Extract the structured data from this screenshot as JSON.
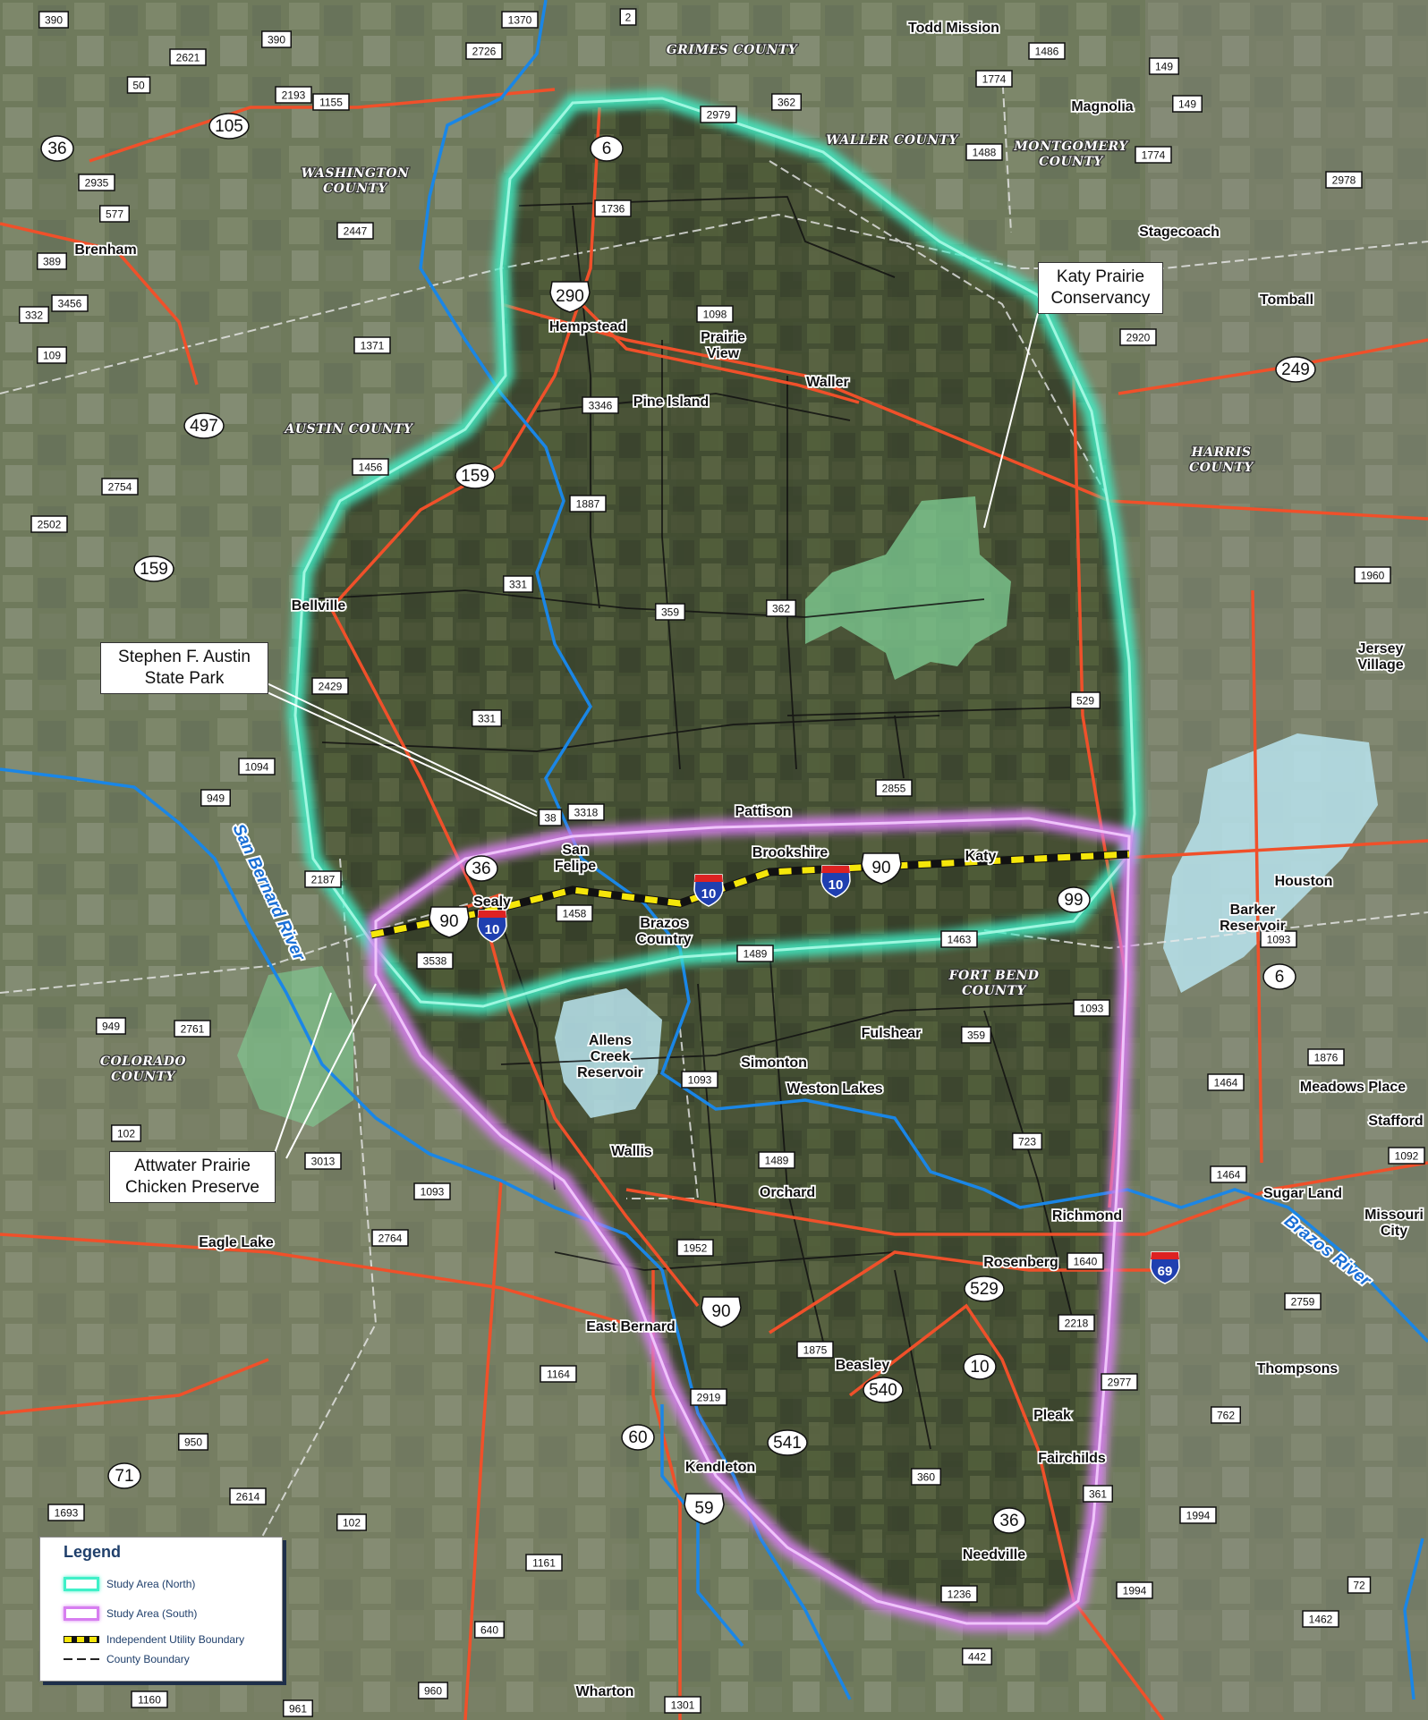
{
  "places": [
    {
      "id": "todd-mission",
      "label": "Todd Mission"
    },
    {
      "id": "magnolia",
      "label": "Magnolia"
    },
    {
      "id": "stagecoach",
      "label": "Stagecoach"
    },
    {
      "id": "tomball",
      "label": "Tomball"
    },
    {
      "id": "brenham",
      "label": "Brenham"
    },
    {
      "id": "hempstead",
      "label": "Hempstead"
    },
    {
      "id": "prairie-view",
      "label": "Prairie\nView"
    },
    {
      "id": "waller",
      "label": "Waller"
    },
    {
      "id": "pine-island",
      "label": "Pine Island"
    },
    {
      "id": "bellville",
      "label": "Bellville"
    },
    {
      "id": "pattison",
      "label": "Pattison"
    },
    {
      "id": "san-felipe",
      "label": "San\nFelipe"
    },
    {
      "id": "brookshire",
      "label": "Brookshire"
    },
    {
      "id": "katy",
      "label": "Katy"
    },
    {
      "id": "sealy",
      "label": "Sealy"
    },
    {
      "id": "brazos-country",
      "label": "Brazos\nCountry"
    },
    {
      "id": "houston",
      "label": "Houston"
    },
    {
      "id": "barker-reservoir",
      "label": "Barker\nReservoir"
    },
    {
      "id": "jersey-village",
      "label": "Jersey\nVillage"
    },
    {
      "id": "fulshear",
      "label": "Fulshear"
    },
    {
      "id": "simonton",
      "label": "Simonton"
    },
    {
      "id": "weston-lakes",
      "label": "Weston Lakes"
    },
    {
      "id": "allens-creek",
      "label": "Allens\nCreek\nReservoir"
    },
    {
      "id": "meadows-place",
      "label": "Meadows Place"
    },
    {
      "id": "stafford",
      "label": "Stafford"
    },
    {
      "id": "wallis",
      "label": "Wallis"
    },
    {
      "id": "orchard",
      "label": "Orchard"
    },
    {
      "id": "richmond",
      "label": "Richmond"
    },
    {
      "id": "sugar-land",
      "label": "Sugar Land"
    },
    {
      "id": "missouri-city",
      "label": "Missouri\nCity"
    },
    {
      "id": "eagle-lake",
      "label": "Eagle Lake"
    },
    {
      "id": "rosenberg",
      "label": "Rosenberg"
    },
    {
      "id": "east-bernard",
      "label": "East Bernard"
    },
    {
      "id": "beasley",
      "label": "Beasley"
    },
    {
      "id": "thompsons",
      "label": "Thompsons"
    },
    {
      "id": "pleak",
      "label": "Pleak"
    },
    {
      "id": "fairchilds",
      "label": "Fairchilds"
    },
    {
      "id": "kendleton",
      "label": "Kendleton"
    },
    {
      "id": "needville",
      "label": "Needville"
    },
    {
      "id": "wharton",
      "label": "Wharton"
    }
  ],
  "counties": [
    {
      "id": "grimes",
      "label": "GRIMES COUNTY"
    },
    {
      "id": "waller",
      "label": "WALLER COUNTY"
    },
    {
      "id": "montgomery",
      "label": "MONTGOMERY\nCOUNTY"
    },
    {
      "id": "washington",
      "label": "WASHINGTON\nCOUNTY"
    },
    {
      "id": "austin",
      "label": "AUSTIN COUNTY"
    },
    {
      "id": "harris",
      "label": "HARRIS\nCOUNTY"
    },
    {
      "id": "fort-bend",
      "label": "FORT BEND\nCOUNTY"
    },
    {
      "id": "colorado",
      "label": "COLORADO\nCOUNTY"
    }
  ],
  "rivers": [
    {
      "id": "san-bernard",
      "label": "San Bernard River"
    },
    {
      "id": "brazos",
      "label": "Brazos River"
    }
  ],
  "callouts": [
    {
      "id": "katy-prairie",
      "label": "Katy Prairie\nConservancy"
    },
    {
      "id": "stephen-austin",
      "label": "Stephen F. Austin\nState Park"
    },
    {
      "id": "attwater",
      "label": "Attwater Prairie\nChicken Preserve"
    }
  ],
  "us_highways": [
    {
      "id": "us290",
      "label": "290"
    },
    {
      "id": "us90-a",
      "label": "90"
    },
    {
      "id": "us90-b",
      "label": "90"
    },
    {
      "id": "us90-c",
      "label": "90"
    },
    {
      "id": "us59",
      "label": "59"
    }
  ],
  "interstates": [
    {
      "id": "i10-a",
      "label": "10"
    },
    {
      "id": "i10-b",
      "label": "10"
    },
    {
      "id": "i10-c",
      "label": "10"
    },
    {
      "id": "i69",
      "label": "69"
    }
  ],
  "state_highways": [
    {
      "id": "sh36-a",
      "label": "36"
    },
    {
      "id": "sh105",
      "label": "105"
    },
    {
      "id": "sh6-a",
      "label": "6"
    },
    {
      "id": "sh497",
      "label": "497"
    },
    {
      "id": "sh159-a",
      "label": "159"
    },
    {
      "id": "sh159-b",
      "label": "159"
    },
    {
      "id": "sh249",
      "label": "249"
    },
    {
      "id": "sh36-b",
      "label": "36"
    },
    {
      "id": "sh99",
      "label": "99"
    },
    {
      "id": "sh6-b",
      "label": "6"
    },
    {
      "id": "sh529",
      "label": "529"
    },
    {
      "id": "sh10",
      "label": "10"
    },
    {
      "id": "sh540",
      "label": "540"
    },
    {
      "id": "sh541",
      "label": "541"
    },
    {
      "id": "sh60",
      "label": "60"
    },
    {
      "id": "sh71",
      "label": "71"
    },
    {
      "id": "sh36-c",
      "label": "36"
    }
  ],
  "farm_roads": [
    {
      "id": "r390a",
      "label": "390"
    },
    {
      "id": "r1370",
      "label": "1370"
    },
    {
      "id": "r2",
      "label": "2"
    },
    {
      "id": "r2621",
      "label": "2621"
    },
    {
      "id": "r390b",
      "label": "390"
    },
    {
      "id": "r2726",
      "label": "2726"
    },
    {
      "id": "r1486",
      "label": "1486"
    },
    {
      "id": "r149a",
      "label": "149"
    },
    {
      "id": "r50",
      "label": "50"
    },
    {
      "id": "r2193",
      "label": "2193"
    },
    {
      "id": "r1155",
      "label": "1155"
    },
    {
      "id": "r2979",
      "label": "2979"
    },
    {
      "id": "r362a",
      "label": "362"
    },
    {
      "id": "r1774a",
      "label": "1774"
    },
    {
      "id": "r149b",
      "label": "149"
    },
    {
      "id": "r1488",
      "label": "1488"
    },
    {
      "id": "r1774b",
      "label": "1774"
    },
    {
      "id": "r2935",
      "label": "2935"
    },
    {
      "id": "r577",
      "label": "577"
    },
    {
      "id": "r2978",
      "label": "2978"
    },
    {
      "id": "r1736",
      "label": "1736"
    },
    {
      "id": "r2447",
      "label": "2447"
    },
    {
      "id": "r389",
      "label": "389"
    },
    {
      "id": "r3456",
      "label": "3456"
    },
    {
      "id": "r332",
      "label": "332"
    },
    {
      "id": "r1098",
      "label": "1098"
    },
    {
      "id": "r109",
      "label": "109"
    },
    {
      "id": "r1371",
      "label": "1371"
    },
    {
      "id": "r2920",
      "label": "2920"
    },
    {
      "id": "r3346",
      "label": "3346"
    },
    {
      "id": "r1456",
      "label": "1456"
    },
    {
      "id": "r2754",
      "label": "2754"
    },
    {
      "id": "r1887",
      "label": "1887"
    },
    {
      "id": "r2502",
      "label": "2502"
    },
    {
      "id": "r331a",
      "label": "331"
    },
    {
      "id": "r1960",
      "label": "1960"
    },
    {
      "id": "r359a",
      "label": "359"
    },
    {
      "id": "r362b",
      "label": "362"
    },
    {
      "id": "r529a",
      "label": "529"
    },
    {
      "id": "r2429",
      "label": "2429"
    },
    {
      "id": "r529b",
      "label": "529"
    },
    {
      "id": "r331b",
      "label": "331"
    },
    {
      "id": "r1094",
      "label": "1094"
    },
    {
      "id": "r949a",
      "label": "949"
    },
    {
      "id": "r2855",
      "label": "2855"
    },
    {
      "id": "r38",
      "label": "38"
    },
    {
      "id": "r3318",
      "label": "3318"
    },
    {
      "id": "r2187",
      "label": "2187"
    },
    {
      "id": "r1458",
      "label": "1458"
    },
    {
      "id": "r1463",
      "label": "1463"
    },
    {
      "id": "r1093a",
      "label": "1093"
    },
    {
      "id": "r3538",
      "label": "3538"
    },
    {
      "id": "r1489a",
      "label": "1489"
    },
    {
      "id": "r1093b",
      "label": "1093"
    },
    {
      "id": "r949b",
      "label": "949"
    },
    {
      "id": "r2761",
      "label": "2761"
    },
    {
      "id": "r359b",
      "label": "359"
    },
    {
      "id": "r1093c",
      "label": "1093"
    },
    {
      "id": "r1876",
      "label": "1876"
    },
    {
      "id": "r1464a",
      "label": "1464"
    },
    {
      "id": "r102a",
      "label": "102"
    },
    {
      "id": "r3013",
      "label": "3013"
    },
    {
      "id": "r723",
      "label": "723"
    },
    {
      "id": "r1489b",
      "label": "1489"
    },
    {
      "id": "r1092",
      "label": "1092"
    },
    {
      "id": "r1464b",
      "label": "1464"
    },
    {
      "id": "r1093d",
      "label": "1093"
    },
    {
      "id": "r2764",
      "label": "2764"
    },
    {
      "id": "r1952",
      "label": "1952"
    },
    {
      "id": "r1640",
      "label": "1640"
    },
    {
      "id": "r2759",
      "label": "2759"
    },
    {
      "id": "r2218",
      "label": "2218"
    },
    {
      "id": "r1875",
      "label": "1875"
    },
    {
      "id": "r1164",
      "label": "1164"
    },
    {
      "id": "r2977",
      "label": "2977"
    },
    {
      "id": "r2919",
      "label": "2919"
    },
    {
      "id": "r762",
      "label": "762"
    },
    {
      "id": "r950",
      "label": "950"
    },
    {
      "id": "r360",
      "label": "360"
    },
    {
      "id": "r361",
      "label": "361"
    },
    {
      "id": "r2614",
      "label": "2614"
    },
    {
      "id": "r1693",
      "label": "1693"
    },
    {
      "id": "r102b",
      "label": "102"
    },
    {
      "id": "r1994a",
      "label": "1994"
    },
    {
      "id": "r1161",
      "label": "1161"
    },
    {
      "id": "r1236",
      "label": "1236"
    },
    {
      "id": "r1994b",
      "label": "1994"
    },
    {
      "id": "r72",
      "label": "72"
    },
    {
      "id": "r640",
      "label": "640"
    },
    {
      "id": "r1462",
      "label": "1462"
    },
    {
      "id": "r442",
      "label": "442"
    },
    {
      "id": "r960",
      "label": "960"
    },
    {
      "id": "r1160",
      "label": "1160"
    },
    {
      "id": "r961",
      "label": "961"
    },
    {
      "id": "r1301",
      "label": "1301"
    }
  ],
  "legend": {
    "title": "Legend",
    "items": [
      {
        "id": "north",
        "label": "Study Area (North)",
        "color": "#3ff0c8"
      },
      {
        "id": "south",
        "label": "Study Area (South)",
        "color": "#d77ef0"
      },
      {
        "id": "utility",
        "label": "Independent Utility Boundary",
        "color": "#f5e60a"
      },
      {
        "id": "county",
        "label": "County Boundary",
        "color": "#222222"
      }
    ]
  },
  "colors": {
    "north_glow": "#3ff0c8",
    "south_glow": "#d77ef0",
    "highway": "#f0502a",
    "river": "#1a86e6",
    "reservoir": "#b9e4ee",
    "preserve": "#7fcf95",
    "utility": "#f5e60a"
  }
}
